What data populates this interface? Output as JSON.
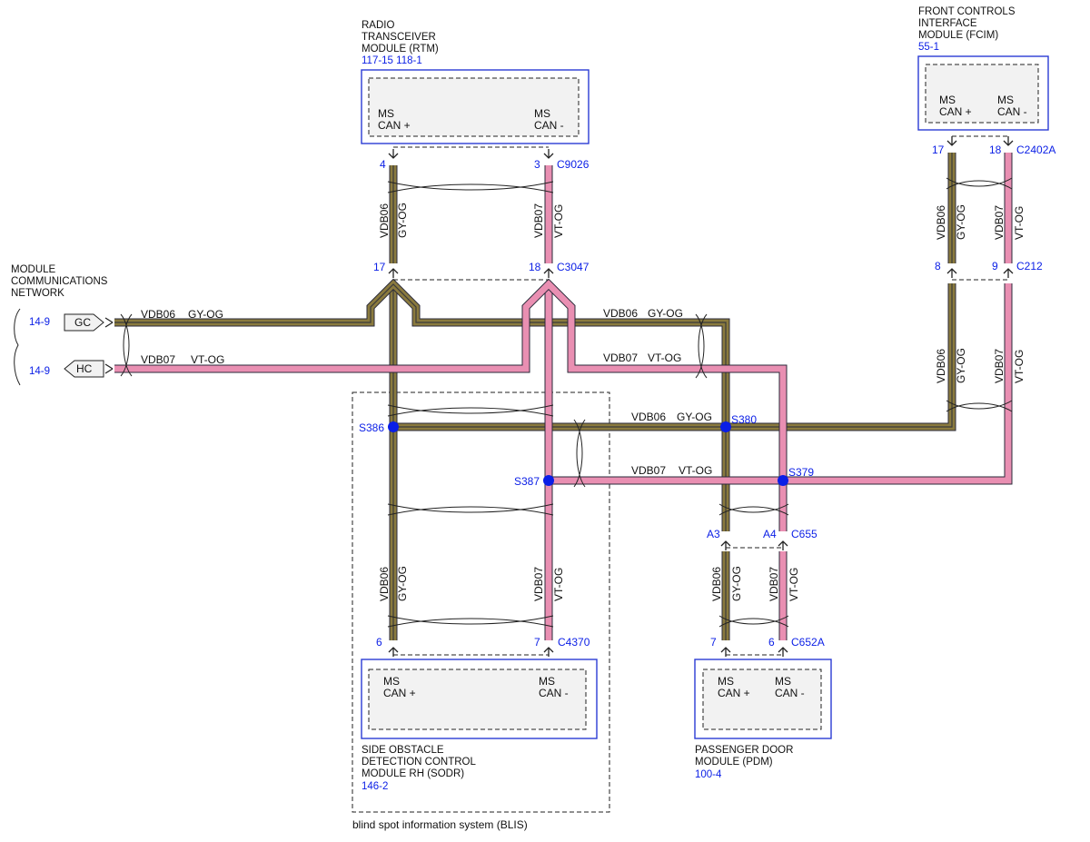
{
  "colors": {
    "gy_og": "#8a7a3e",
    "vt_og": "#e98fb2",
    "outline": "#2a2a3a",
    "splice": "#0a1ee6",
    "link": "#0a1ee6"
  },
  "modules": {
    "rtm": {
      "name_lines": [
        "RADIO",
        "TRANSCEIVER",
        "MODULE (RTM)"
      ],
      "ref": "117-15 118-1",
      "pin_left": [
        "MS",
        "CAN +"
      ],
      "pin_right": [
        "MS",
        "CAN -"
      ]
    },
    "fcim": {
      "name_lines": [
        "FRONT CONTROLS",
        "INTERFACE",
        "MODULE (FCIM)"
      ],
      "ref": "55-1",
      "pin_left": [
        "MS",
        "CAN +"
      ],
      "pin_right": [
        "MS",
        "CAN -"
      ]
    },
    "sodr": {
      "name_lines": [
        "SIDE OBSTACLE",
        "DETECTION CONTROL",
        "MODULE RH (SODR)"
      ],
      "ref": "146-2",
      "pin_left": [
        "MS",
        "CAN +"
      ],
      "pin_right": [
        "MS",
        "CAN -"
      ]
    },
    "pdm": {
      "name_lines": [
        "PASSENGER DOOR",
        "MODULE (PDM)"
      ],
      "ref": "100-4",
      "pin_left": [
        "MS",
        "CAN +"
      ],
      "pin_right": [
        "MS",
        "CAN -"
      ]
    }
  },
  "network": {
    "title_lines": [
      "MODULE",
      "COMMUNICATIONS",
      "NETWORK"
    ],
    "refs": [
      "14-9",
      "14-9"
    ],
    "connectors": [
      "GC",
      "HC"
    ]
  },
  "connectors": {
    "c9026": {
      "id": "C9026",
      "pins": [
        "4",
        "3"
      ]
    },
    "c3047": {
      "id": "C3047",
      "pins": [
        "17",
        "18"
      ]
    },
    "c2402a": {
      "id": "C2402A",
      "pins": [
        "17",
        "18"
      ]
    },
    "c212": {
      "id": "C212",
      "pins": [
        "8",
        "9"
      ]
    },
    "c655": {
      "id": "C655",
      "pins": [
        "A3",
        "A4"
      ]
    },
    "c652a": {
      "id": "C652A",
      "pins": [
        "7",
        "6"
      ]
    },
    "c4370": {
      "id": "C4370",
      "pins": [
        "6",
        "7"
      ]
    }
  },
  "splices": [
    "S386",
    "S380",
    "S387",
    "S379"
  ],
  "wires": {
    "circuit_plus": "VDB06",
    "color_plus": "GY-OG",
    "circuit_minus": "VDB07",
    "color_minus": "VT-OG"
  },
  "zone_label": "blind spot information system (BLIS)"
}
